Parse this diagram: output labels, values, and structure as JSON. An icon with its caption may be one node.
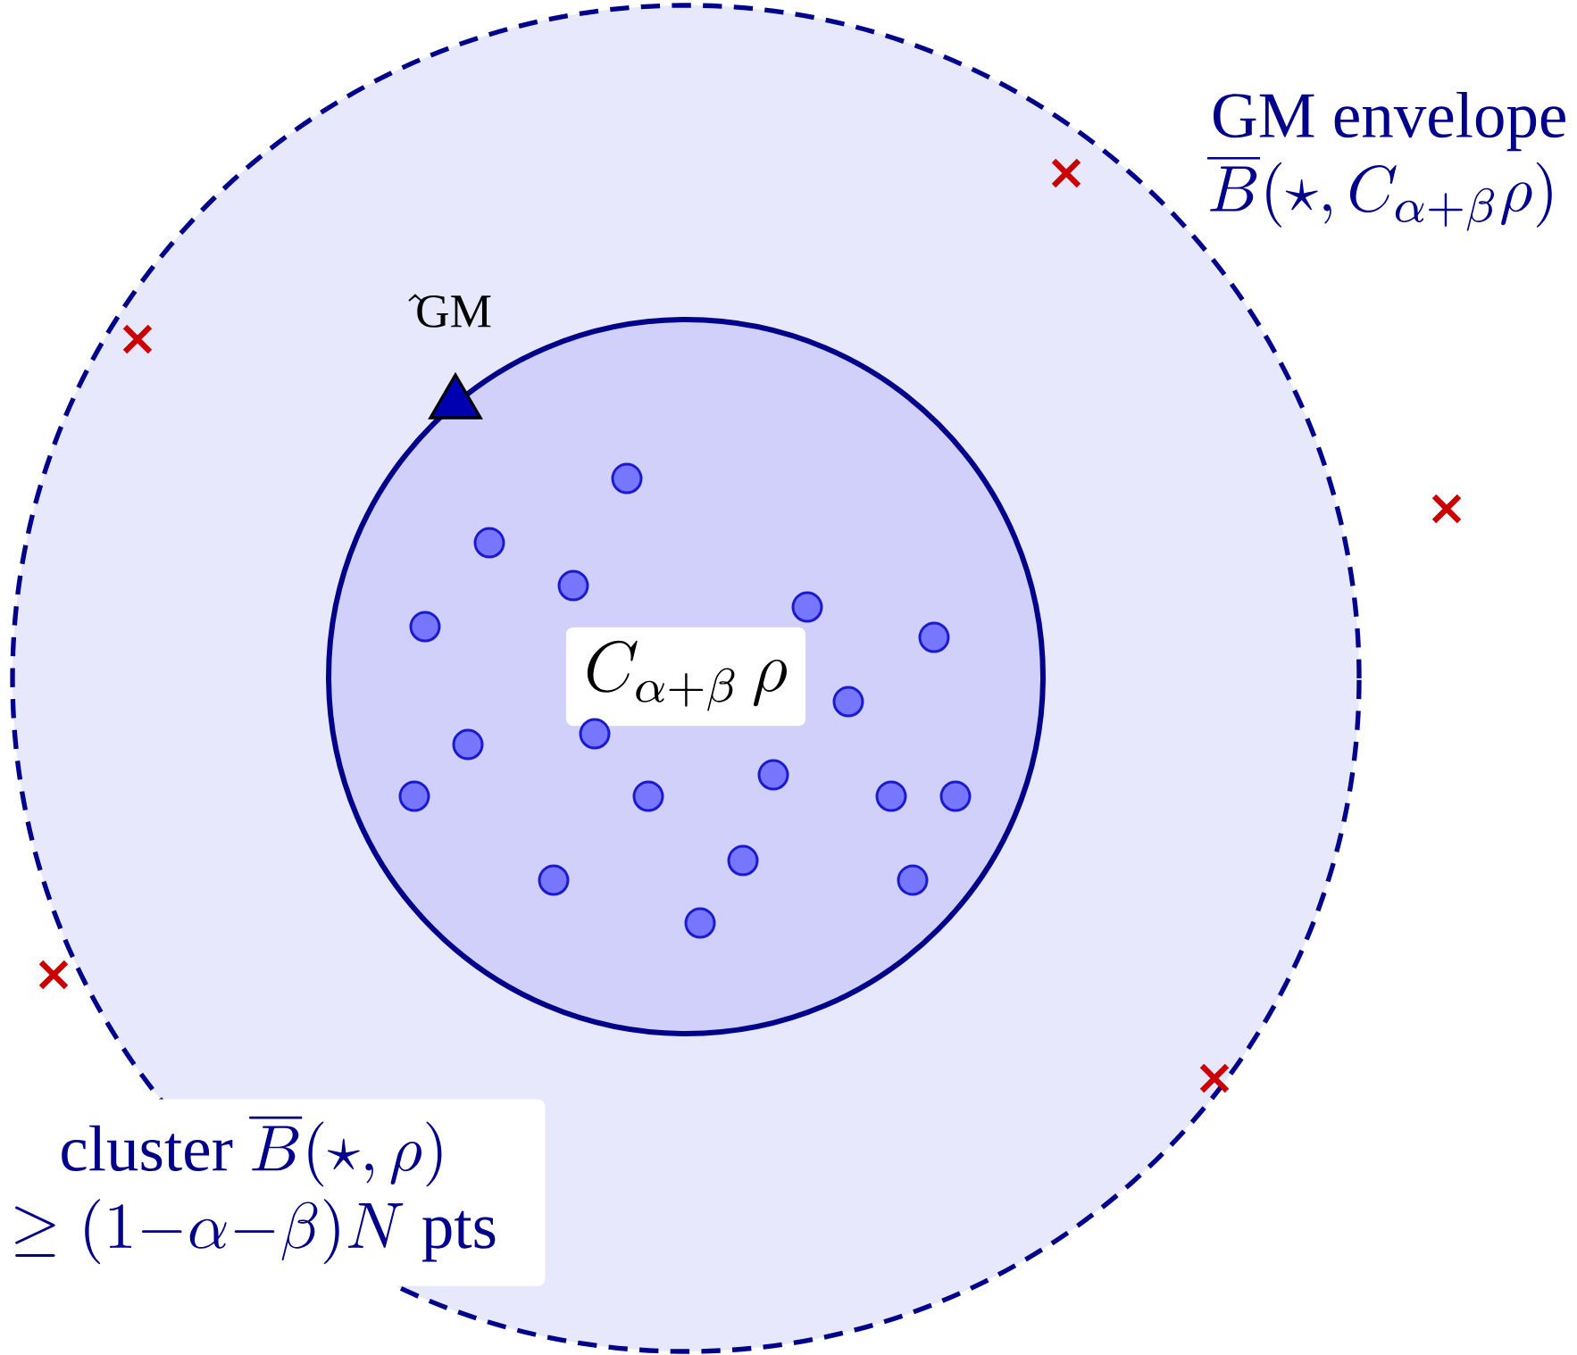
{
  "diagram": {
    "nodes": [
      {
        "text": [
          "GM envelope",
          "\\overline{B}(\\star, C_{\\alpha+\\beta}\\rho)"
        ]
      },
      {
        "text": [
          "C_{\\alpha+\\beta}\\,\\rho"
        ],
        "in": 0
      }
    ],
    "labels": [
      "\\hat{}\\mathrm{GM}",
      "\\begin{array}{c}\\mbox{cluster }\\overline{B}(\\star,\\rho)\\\\ \\geq(1{-}\\alpha{-}\\beta)N\\ \\mbox{pts}\\end{array}"
    ]
  }
}
